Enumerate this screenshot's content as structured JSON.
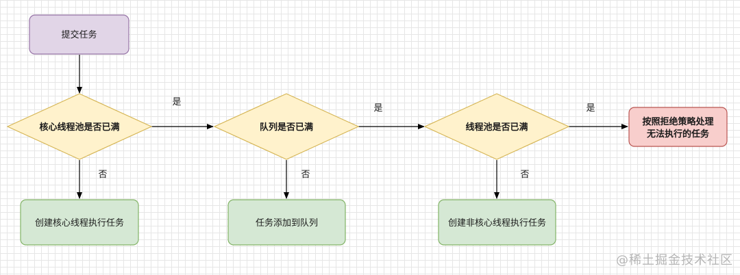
{
  "colors": {
    "start_fill": "#e1d5e7",
    "start_stroke": "#9673a6",
    "decision_fill": "#fff2cc",
    "decision_stroke": "#d6b656",
    "process_fill": "#d5e8d4",
    "process_stroke": "#82b366",
    "reject_fill": "#f8cecc",
    "reject_stroke": "#b85450",
    "arrow": "#000000",
    "watermark": "#b5b5b5"
  },
  "nodes": {
    "submit": {
      "label": "提交任务"
    },
    "core_full": {
      "label": "核心线程池是否已满"
    },
    "queue_full": {
      "label": "队列是否已满"
    },
    "pool_full": {
      "label": "线程池是否已满"
    },
    "reject": {
      "label_line1": "按照拒绝策略处理",
      "label_line2": "无法执行的任务"
    },
    "create_core": {
      "label": "创建核心线程执行任务"
    },
    "add_queue": {
      "label": "任务添加到队列"
    },
    "create_noncore": {
      "label": "创建非核心线程执行任务"
    }
  },
  "edges": {
    "yes_label": "是",
    "no_label": "否"
  },
  "watermark": "@稀土掘金技术社区"
}
